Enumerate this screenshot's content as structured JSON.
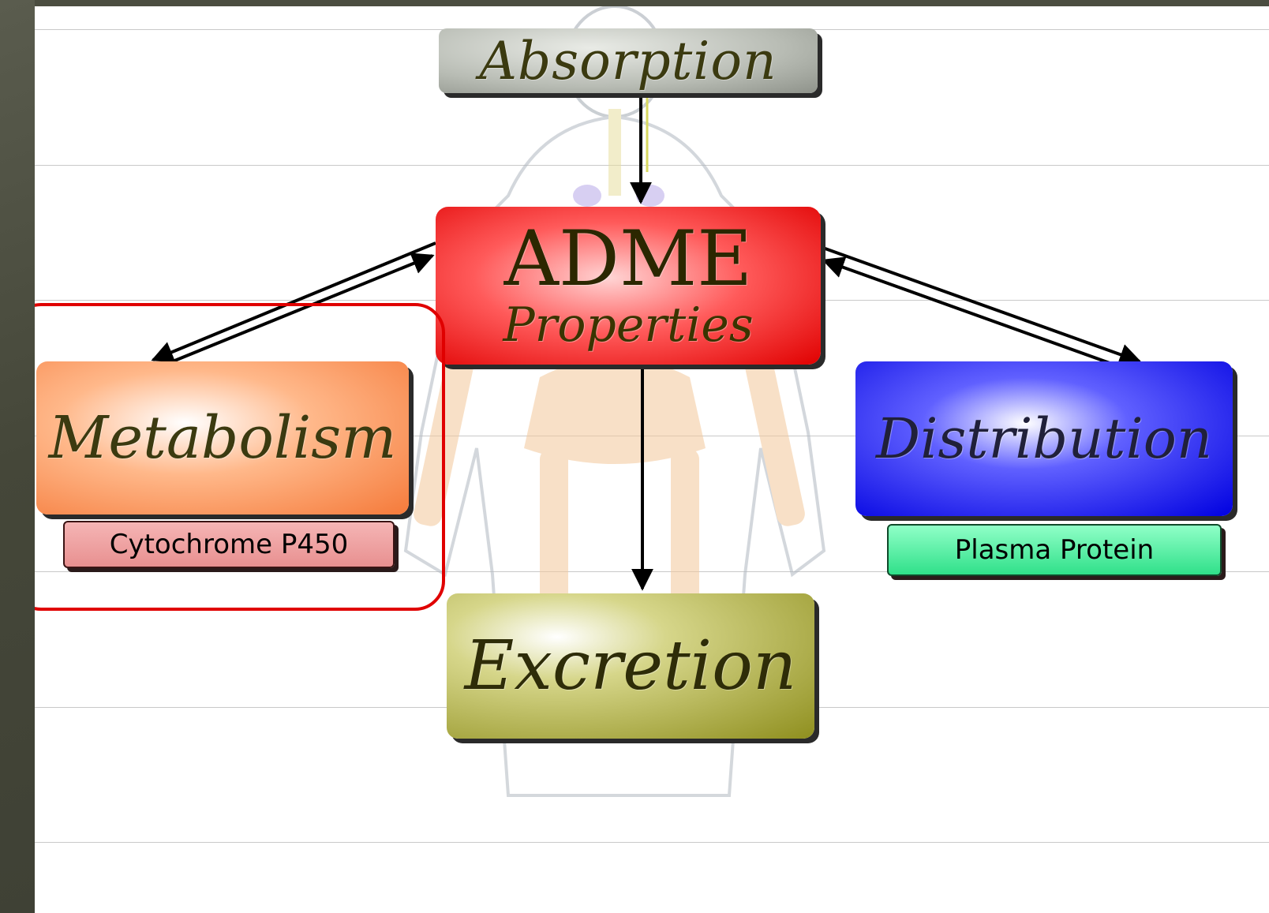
{
  "diagram": {
    "absorption": "Absorption",
    "adme_title": "ADME",
    "adme_subtitle": "Properties",
    "metabolism": "Metabolism",
    "distribution": "Distribution",
    "excretion": "Excretion",
    "cytochrome": "Cytochrome P450",
    "plasma_protein": "Plasma Protein"
  },
  "colors": {
    "absorption": "#b8bcb4",
    "adme": "#e00000",
    "metabolism": "#f57a3a",
    "distribution": "#0000e0",
    "excretion": "#8f8f1e",
    "cytochrome": "#e89090",
    "plasma_protein": "#30e08a",
    "highlight": "#e00000"
  },
  "background_image": "human-body-skeleton-illustration"
}
